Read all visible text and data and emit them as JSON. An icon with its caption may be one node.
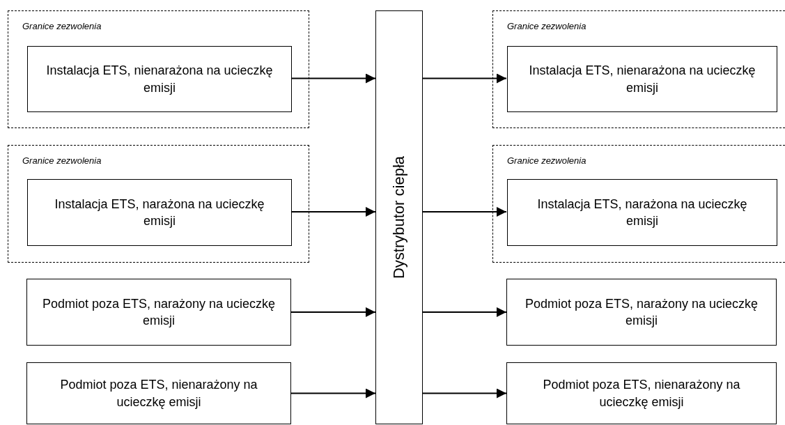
{
  "diagram": {
    "nodes": [
      {
        "text": [
          "Granice zezwolenia"
        ]
      },
      {
        "text": [
          "Instalacja ETS, nienarażona na ucieczkę emisji"
        ],
        "in": 0
      },
      {
        "text": [
          "Granice zezwolenia"
        ]
      },
      {
        "text": [
          "Instalacja ETS, narażona na ucieczkę emisji"
        ],
        "in": 2
      },
      {
        "text": [
          "Podmiot poza ETS, narażony na ucieczkę emisji"
        ]
      },
      {
        "text": [
          "Podmiot poza ETS, nienarażony na ucieczkę emisji"
        ]
      },
      {
        "text": [
          "Dystrybutor ciepła"
        ]
      },
      {
        "text": [
          "Granice zezwolenia"
        ]
      },
      {
        "text": [
          "Instalacja ETS, nienarażona na ucieczkę emisji"
        ],
        "in": 7
      },
      {
        "text": [
          "Granice zezwolenia"
        ]
      },
      {
        "text": [
          "Instalacja ETS, narażona na ucieczkę emisji"
        ],
        "in": 9
      },
      {
        "text": [
          "Podmiot poza ETS, narażony na ucieczkę emisji"
        ]
      },
      {
        "text": [
          "Podmiot poza ETS, nienarażony na ucieczkę emisji"
        ]
      }
    ],
    "edges": [
      {
        "from": 1,
        "to": 6,
        "arrow": "to"
      },
      {
        "from": 3,
        "to": 6,
        "arrow": "to"
      },
      {
        "from": 4,
        "to": 6,
        "arrow": "to"
      },
      {
        "from": 5,
        "to": 6,
        "arrow": "to"
      },
      {
        "from": 6,
        "to": 8,
        "arrow": "to"
      },
      {
        "from": 6,
        "to": 10,
        "arrow": "to"
      },
      {
        "from": 6,
        "to": 11,
        "arrow": "to"
      },
      {
        "from": 6,
        "to": 12,
        "arrow": "to"
      }
    ]
  }
}
